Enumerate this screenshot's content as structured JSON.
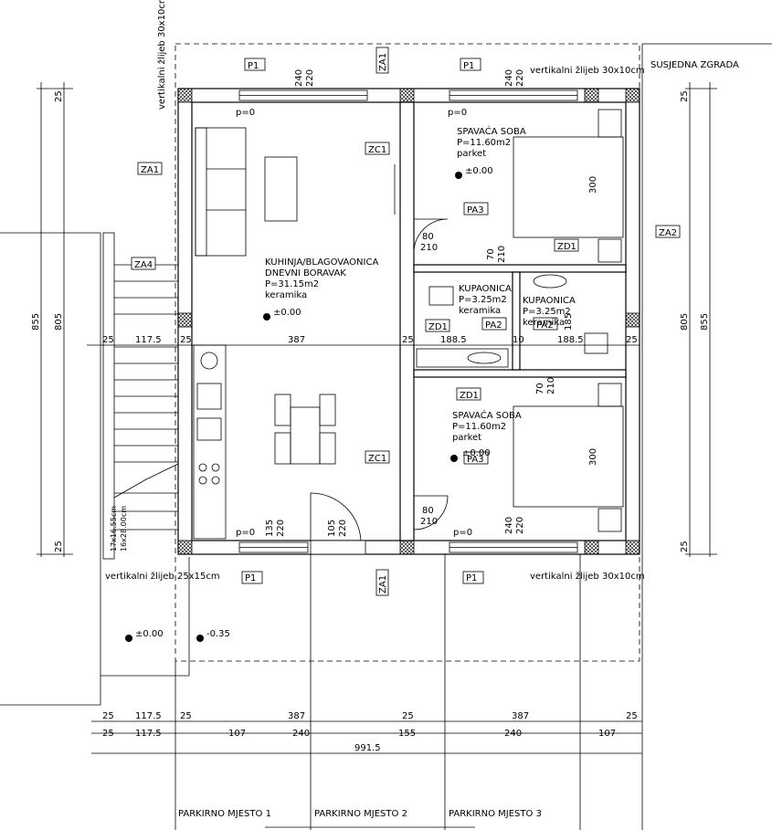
{
  "top_notes": {
    "vert_zlijeb_left": "vertikalni žlijeb 30x10cm",
    "vert_zlijeb_right": "vertikalni žlijeb 30x10cm",
    "neighbour": "SUSJEDNA ZGRADA",
    "bottom_left_zlijeb": "vertikalni žlijeb 25x15cm",
    "bottom_right_zlijeb": "vertikalni žlijeb 30x10cm"
  },
  "tags": {
    "p1": "P1",
    "za1": "ZA1",
    "za2": "ZA2",
    "za4": "ZA4",
    "zc1": "ZC1",
    "zd1": "ZD1",
    "pa2": "PA2",
    "pa3": "PA3"
  },
  "rooms": {
    "living": {
      "name1": "KUHINJA/BLAGOVAONICA",
      "name2": "DNEVNI BORAVAK",
      "area": "P=31.15m2",
      "floor": "keramika",
      "level": "±0.00"
    },
    "bed_top": {
      "name": "SPAVAĆA SOBA",
      "area": "P=11.60m2",
      "floor": "parket",
      "level": "±0.00",
      "bed": "300"
    },
    "bed_bottom": {
      "name": "SPAVAĆA SOBA",
      "area": "P=11.60m2",
      "floor": "parket",
      "level": "±0.00",
      "bed": "300"
    },
    "bath_left": {
      "name": "KUPAONICA",
      "area": "P=3.25m2",
      "floor": "keramika"
    },
    "bath_right": {
      "name": "KUPAONICA",
      "area": "P=3.25m2",
      "floor": "keramika"
    }
  },
  "levels": {
    "p0": "p=0",
    "out1": "±0.00",
    "out2": "-0.35"
  },
  "openings": {
    "w240": "240",
    "w220": "220",
    "w135": "135",
    "w105": "105",
    "d80": "80",
    "d210": "210",
    "d70": "70",
    "d185": "185"
  },
  "dims_left": {
    "d855": "855",
    "d805": "805",
    "d25": "25"
  },
  "dims_right": {
    "d805": "805",
    "d855": "855",
    "d25": "25"
  },
  "dims_mid": {
    "a": "25",
    "b": "117.5",
    "c": "25",
    "d": "387",
    "e": "25",
    "f": "188.5",
    "g": "10",
    "h": "188.5",
    "i": "25"
  },
  "dims_bottom_row1": [
    "25",
    "117.5",
    "25",
    "387",
    "25",
    "387",
    "25"
  ],
  "dims_bottom_row2": [
    "25",
    "117.5",
    "107",
    "240",
    "155",
    "240",
    "107"
  ],
  "dims_total": "991.5",
  "stairs": {
    "s1": "17x16.55cm",
    "s2": "16x28.00cm"
  },
  "parking": [
    "PARKIRNO MJESTO 1",
    "PARKIRNO MJESTO 2",
    "PARKIRNO MJESTO 3"
  ]
}
